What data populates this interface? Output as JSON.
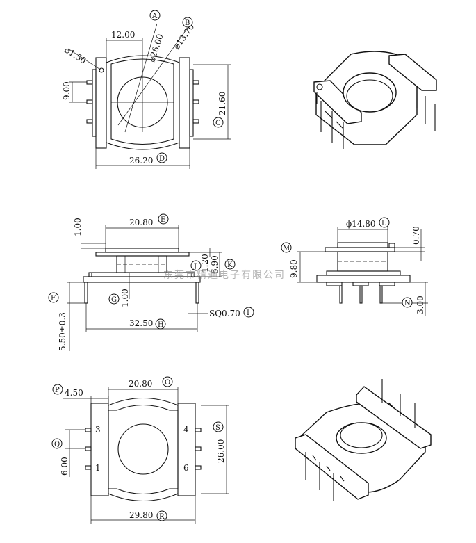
{
  "dimensions": {
    "d_12_00": "12.00",
    "d_26_00": "⌀26.00",
    "d_13_70": "⌀13.70",
    "d_1_50": "⌀1.50",
    "d_9_00": "9.00",
    "d_21_60": "21.60",
    "d_26_20": "26.20",
    "d_1_00_top": "1.00",
    "d_20_80_side": "20.80",
    "d_1_20": "1.20",
    "d_6_90": "6.90",
    "d_1_00_mid": "1.00",
    "d_sq": "SQ0.70",
    "d_32_50": "32.50",
    "d_5_50": "5.50±0.3",
    "d_14_80": "ϕ14.80",
    "d_0_70": "0.70",
    "d_9_80": "9.80",
    "d_3_00": "3.00",
    "d_4_50": "4.50",
    "d_20_80_bot": "20.80",
    "d_6_00": "6.00",
    "d_26_00_bot": "26.00",
    "d_29_80": "29.80"
  },
  "callouts": {
    "A": "A",
    "B": "B",
    "C": "C",
    "D": "D",
    "E": "E",
    "F": "F",
    "G": "G",
    "H": "H",
    "I": "I",
    "J": "J",
    "K": "K",
    "L": "L",
    "M": "M",
    "N": "N",
    "O": "O",
    "P": "P",
    "Q": "Q",
    "R": "R",
    "S": "S"
  },
  "pins": {
    "p1": "1",
    "p3": "3",
    "p4": "4",
    "p6": "6"
  },
  "watermark": "东莞市精通电子有限公司"
}
